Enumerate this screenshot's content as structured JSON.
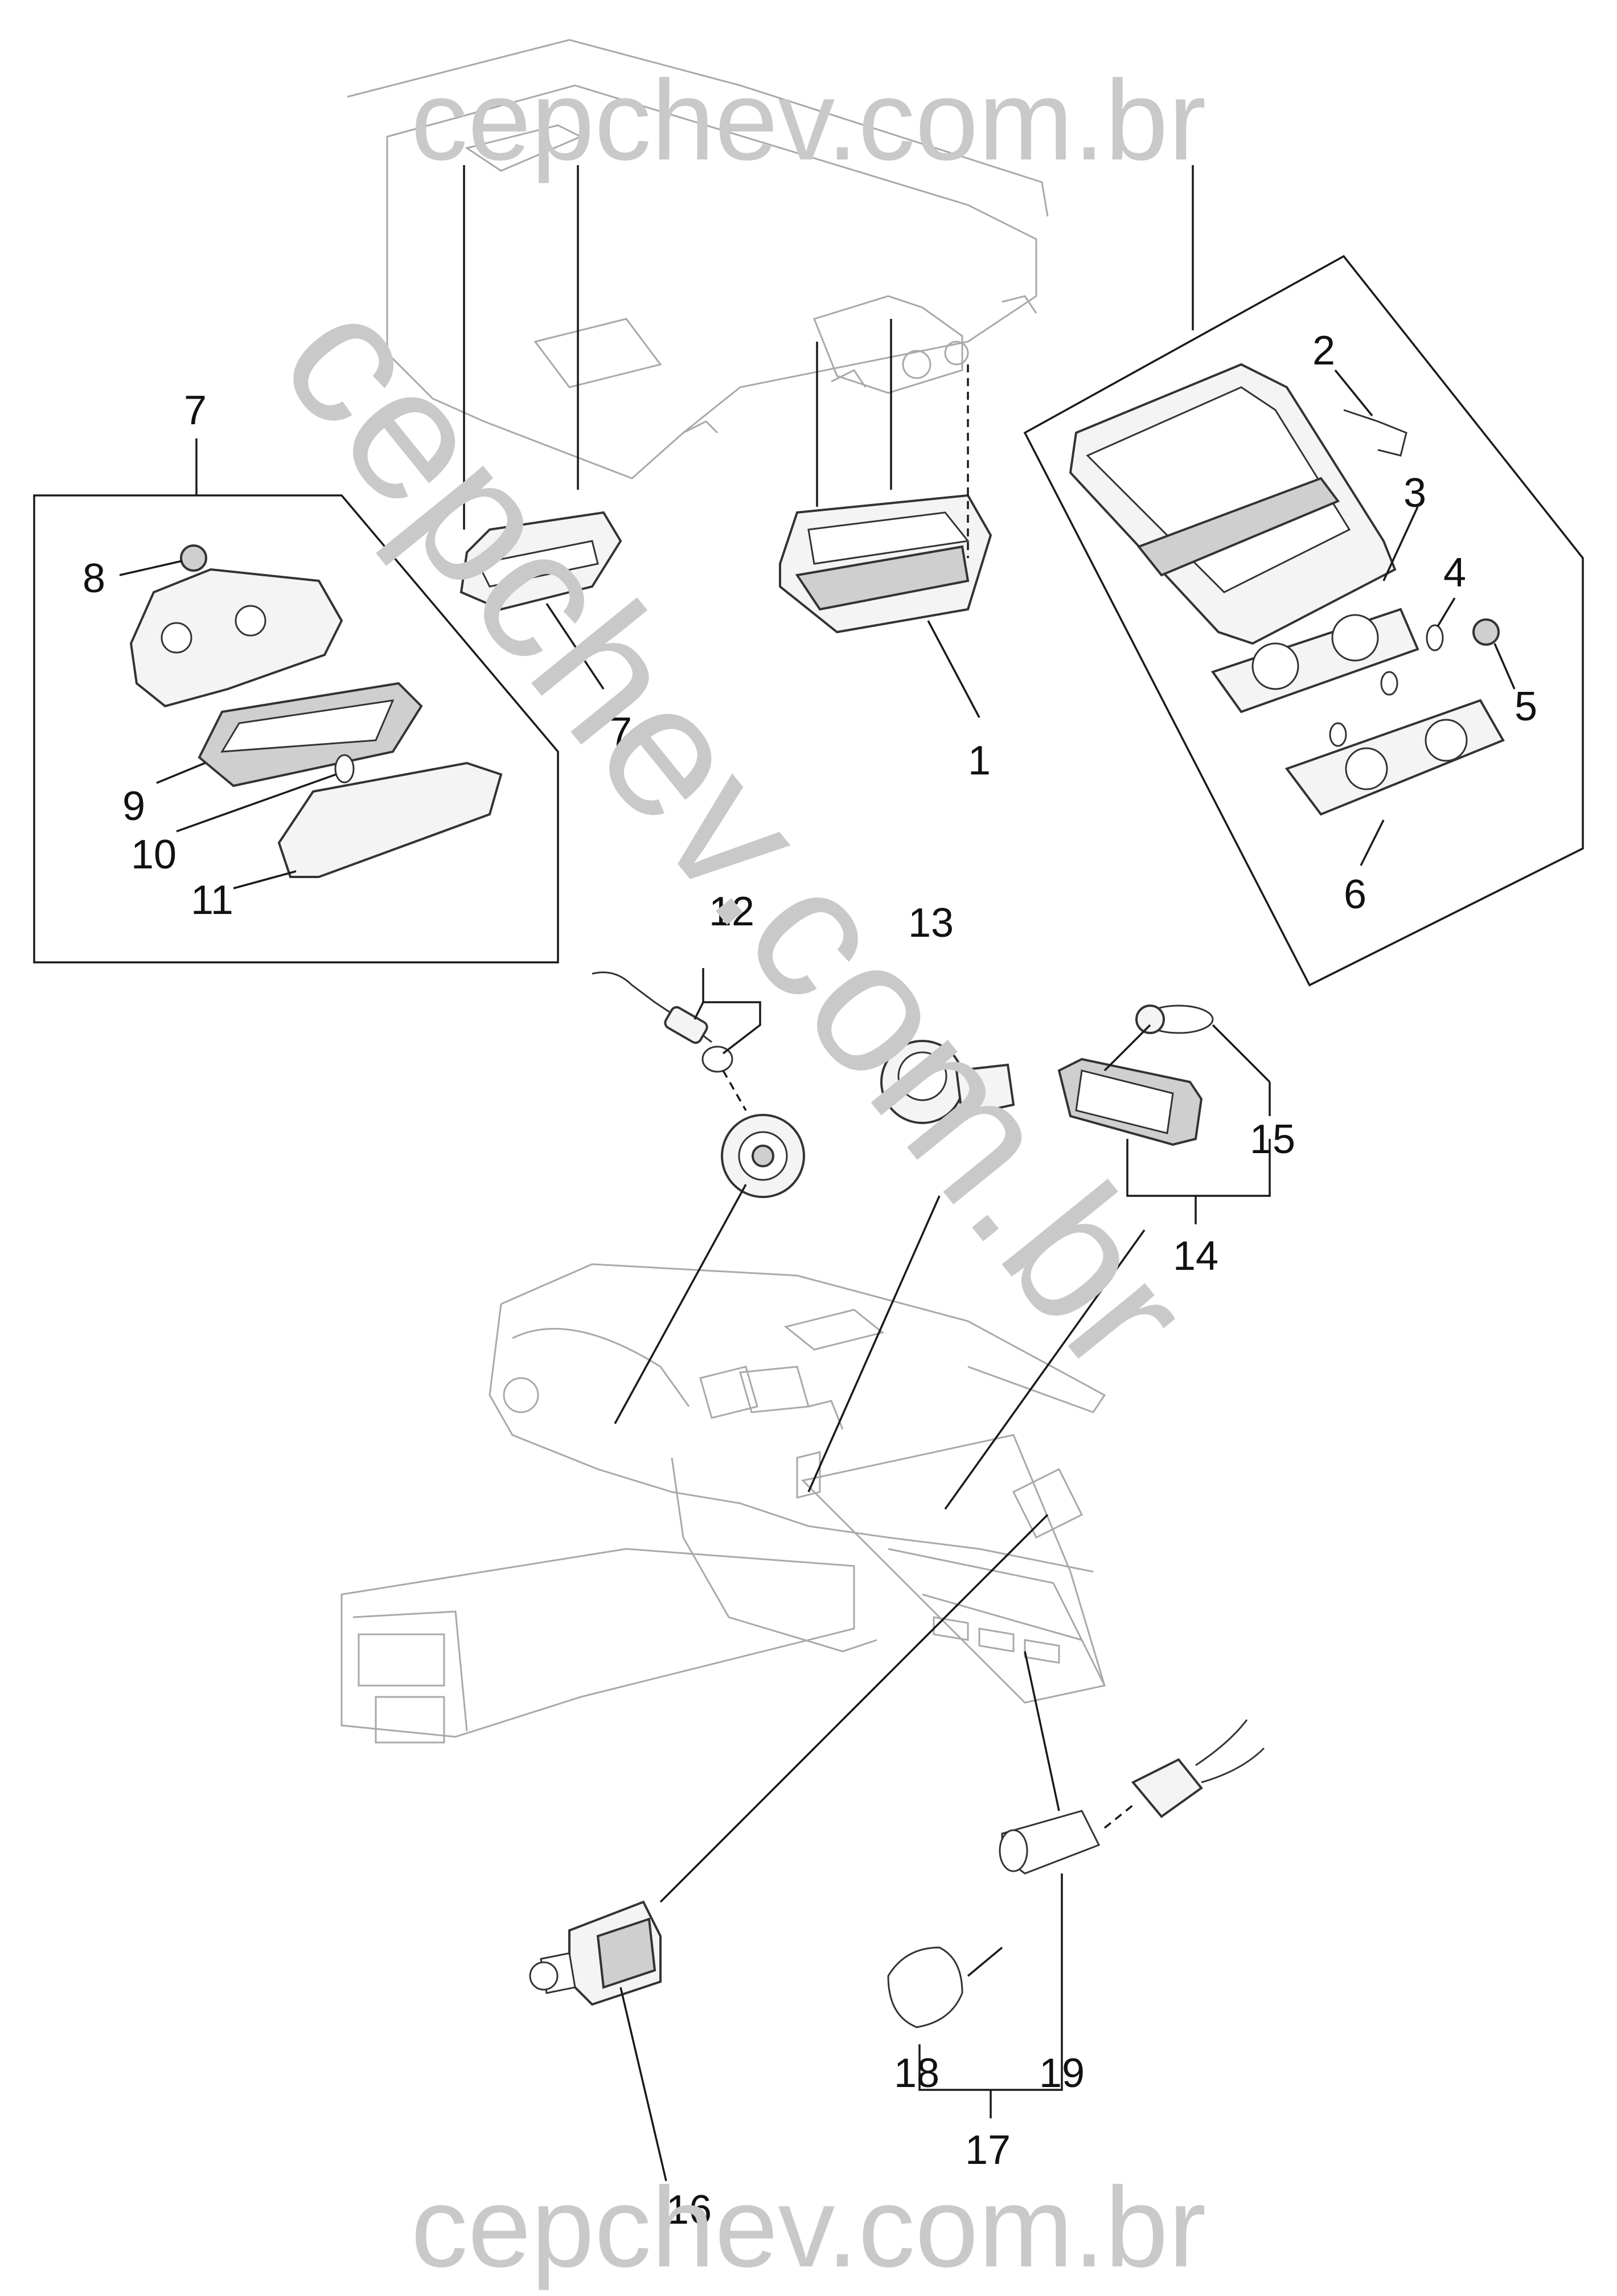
{
  "watermark": {
    "text": "cepchev.com.br",
    "color": "#c9c9c9"
  },
  "callouts": {
    "c1": "1",
    "c2": "2",
    "c3": "3",
    "c4": "4",
    "c5": "5",
    "c6": "6",
    "c7a": "7",
    "c7b": "7",
    "c8": "8",
    "c9": "9",
    "c10": "10",
    "c11": "11",
    "c12": "12",
    "c13": "13",
    "c14": "14",
    "c15": "15",
    "c16": "16",
    "c17": "17",
    "c18": "18",
    "c19": "19"
  },
  "icons": {
    "headliner": "roof-headliner-drawing",
    "dashboard": "instrument-panel-drawing"
  }
}
